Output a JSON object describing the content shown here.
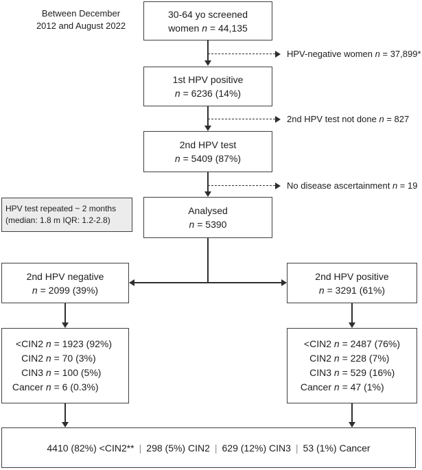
{
  "period_note": {
    "line1": "Between December",
    "line2": "2012 and August 2022"
  },
  "flow": {
    "screened": {
      "line1": "30-64 yo screened",
      "pre": "women",
      "n": "n",
      "value": "= 44,135"
    },
    "first_hpv_positive": {
      "line1": "1st HPV positive",
      "n": "n",
      "value": "= 6236 (14%)"
    },
    "second_hpv_test": {
      "line1": "2nd HPV test",
      "n": "n",
      "value": "= 5409 (87%)"
    },
    "analysed": {
      "line1": "Analysed",
      "n": "n",
      "value": "= 5390"
    },
    "second_hpv_negative": {
      "line1": "2nd HPV negative",
      "n": "n",
      "value": "= 2099 (39%)"
    },
    "second_hpv_positive": {
      "line1": "2nd HPV positive",
      "n": "n",
      "value": "= 3291 (61%)"
    }
  },
  "exclusions": [
    {
      "label": "HPV-negative women",
      "n": "n",
      "value": "= 37,899*"
    },
    {
      "label": "2nd HPV test not done",
      "n": "n",
      "value": "= 827"
    },
    {
      "label": "No disease ascertainment",
      "n": "n",
      "value": "= 19"
    }
  ],
  "repeat_note": {
    "line1": "HPV test repeated ~ 2 months",
    "line2": "(median: 1.8 m IQR: 1.2-2.8)"
  },
  "outcomes_negative": [
    {
      "label": "<CIN2",
      "n": "n",
      "value": "= 1923 (92%)"
    },
    {
      "label": "CIN2",
      "n": "n",
      "value": "= 70 (3%)"
    },
    {
      "label": "CIN3",
      "n": "n",
      "value": "= 100 (5%)"
    },
    {
      "label": "Cancer",
      "n": "n",
      "value": "= 6 (0.3%)"
    }
  ],
  "outcomes_positive": [
    {
      "label": "<CIN2",
      "n": "n",
      "value": "= 2487 (76%)"
    },
    {
      "label": "CIN2",
      "n": "n",
      "value": "= 228 (7%)"
    },
    {
      "label": "CIN3",
      "n": "n",
      "value": "= 529 (16%)"
    },
    {
      "label": "Cancer",
      "n": "n",
      "value": "= 47 (1%)"
    }
  ],
  "total_row": {
    "segments": [
      "4410 (82%) <CIN2**",
      "298 (5%) CIN2",
      "629 (12%) CIN3",
      "53 (1%) Cancer"
    ],
    "separator": "|"
  },
  "colors": {
    "box_border": "#3e3e3e",
    "line": "#2e2e2e",
    "note_fill": "#ececec",
    "text": "#1c1c1c"
  }
}
